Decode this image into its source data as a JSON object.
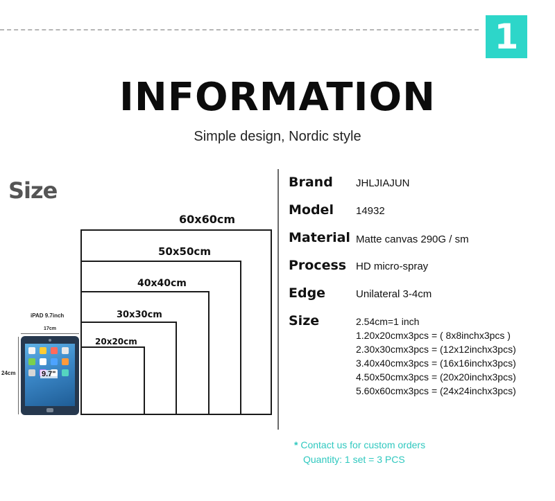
{
  "header": {
    "badge_number": "1",
    "title": "INFORMATION",
    "subtitle": "Simple design, Nordic style"
  },
  "size_section": {
    "heading": "Size",
    "squares": [
      {
        "label": "60x60cm"
      },
      {
        "label": "50x50cm"
      },
      {
        "label": "40x40cm"
      },
      {
        "label": "30x30cm"
      },
      {
        "label": "20x20cm"
      }
    ],
    "ipad": {
      "caption": "iPAD 9.7inch",
      "width_label": "17cm",
      "height_label": "24cm",
      "screen_label": "9.7\""
    }
  },
  "specs": {
    "brand_label": "Brand",
    "brand_value": "JHLJIAJUN",
    "model_label": "Model",
    "model_value": "14932",
    "material_label": "Material",
    "material_value": "Matte canvas 290G / sm",
    "process_label": "Process",
    "process_value": "HD micro-spray",
    "edge_label": "Edge",
    "edge_value": "Unilateral 3-4cm",
    "size_label": "Size",
    "size_lines": [
      "2.54cm=1 inch",
      "1.20x20cmx3pcs = ( 8x8inchx3pcs )",
      "2.30x30cmx3pcs = (12x12inchx3pcs)",
      "3.40x40cmx3pcs = (16x16inchx3pcs)",
      "4.50x50cmx3pcs = (20x20inchx3pcs)",
      "5.60x60cmx3pcs = (24x24inchx3pcs)"
    ]
  },
  "notes": {
    "star": "*",
    "contact": "Contact us for custom orders",
    "quantity": "Quantity: 1 set = 3 PCS"
  },
  "colors": {
    "accent": "#2dd6c9",
    "note_text": "#2fc8bf"
  }
}
